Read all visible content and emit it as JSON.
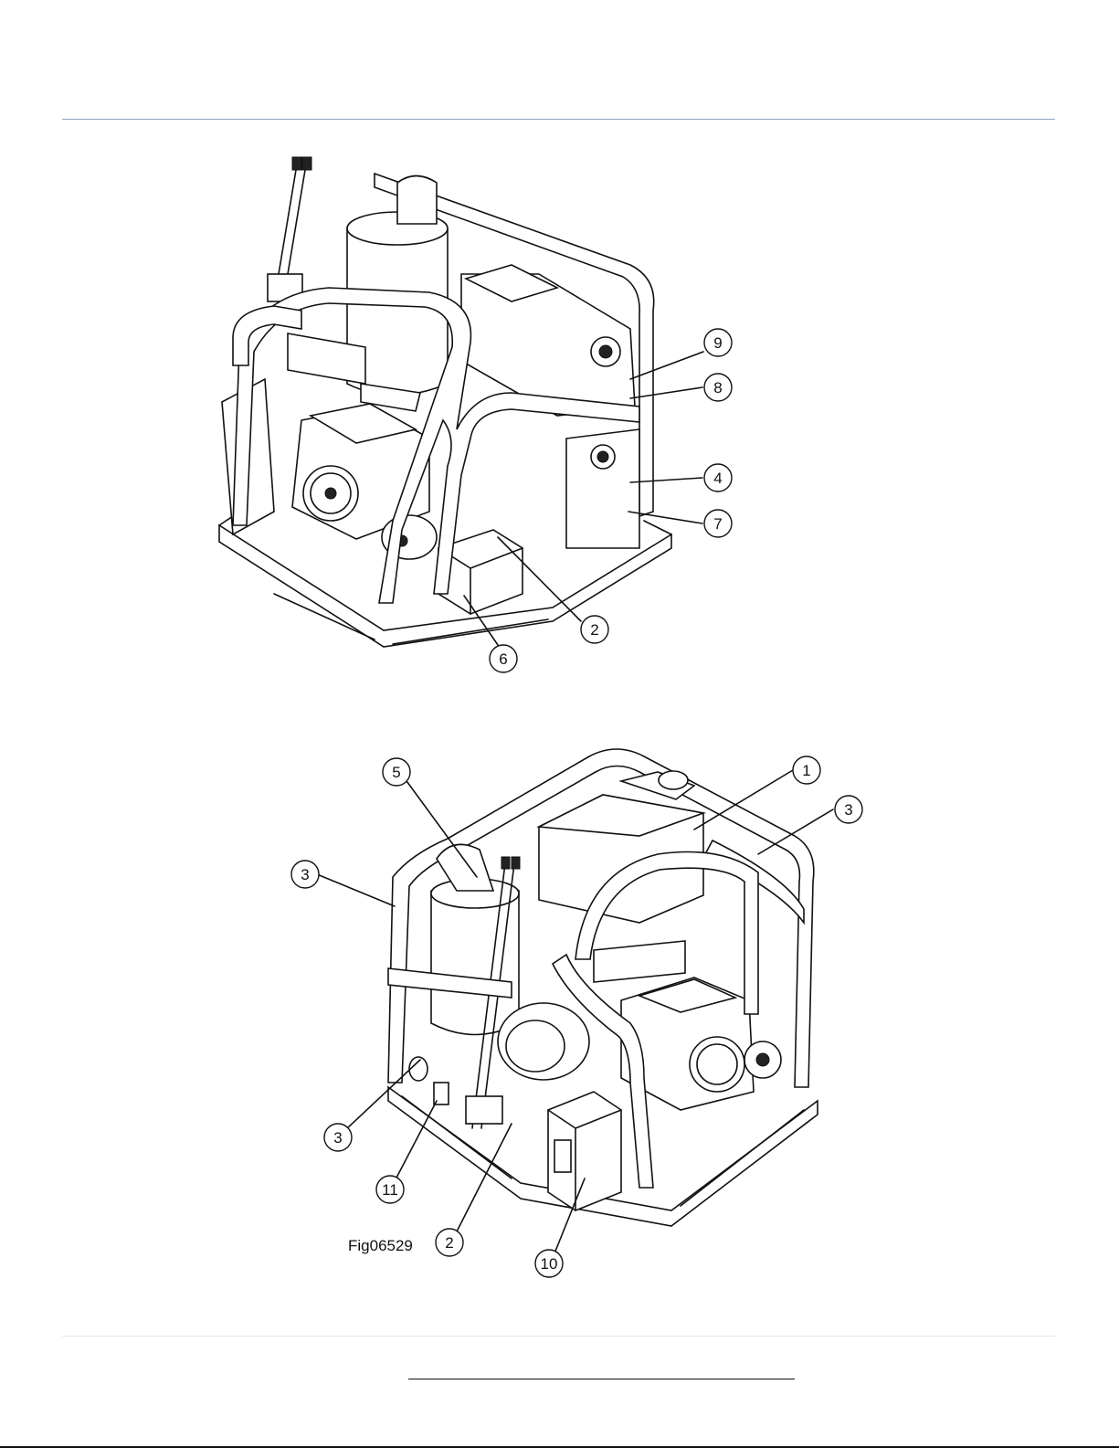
{
  "figure": {
    "id": "Fig06529"
  },
  "diagram_top": {
    "callouts": [
      "9",
      "8",
      "4",
      "7",
      "2",
      "6"
    ]
  },
  "diagram_bottom": {
    "callouts": [
      "5",
      "1",
      "3",
      "3",
      "3",
      "11",
      "2",
      "10"
    ]
  }
}
